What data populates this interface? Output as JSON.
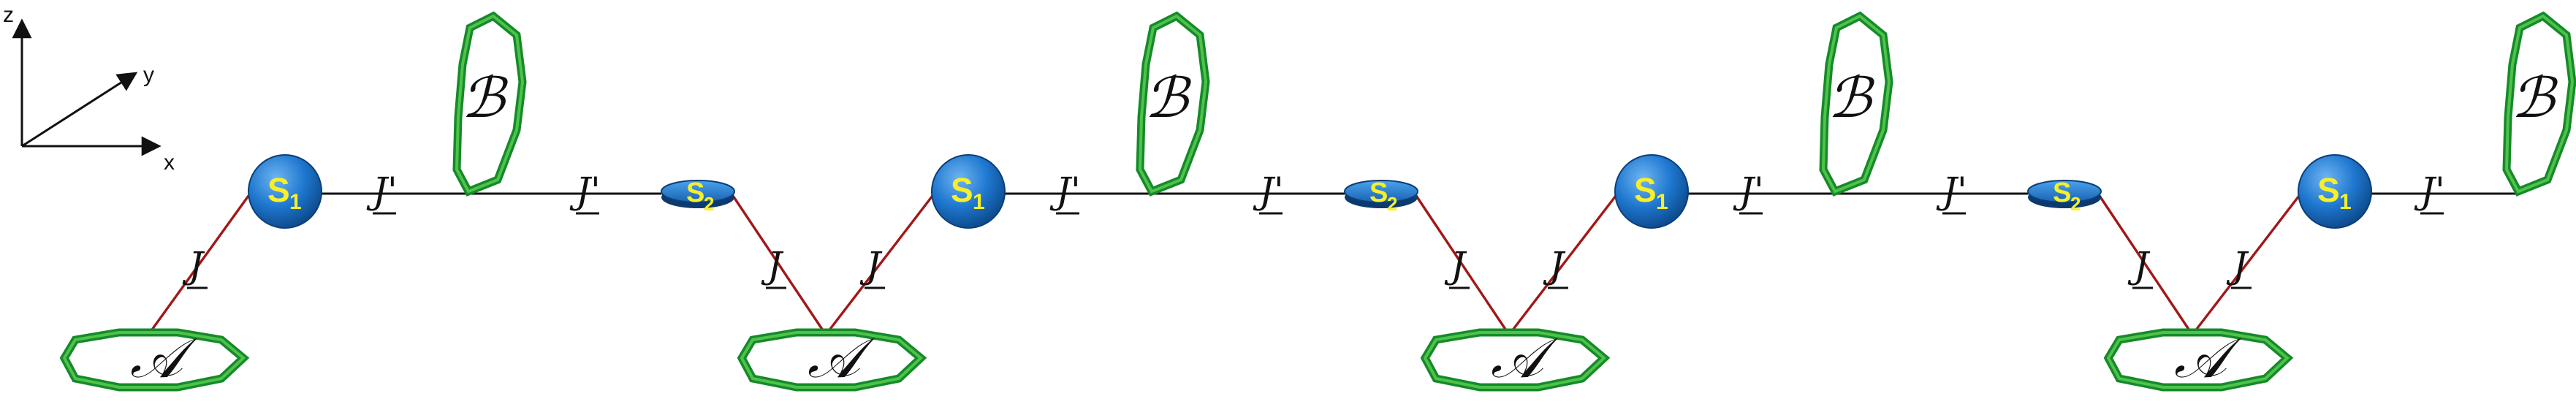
{
  "axes": {
    "x_label": "x",
    "y_label": "y",
    "z_label": "z"
  },
  "labels": {
    "J": "J",
    "J_prime": "J'",
    "ring_A": "𝒜",
    "ring_B": "ℬ",
    "site_letter": "S",
    "site1_index": "1",
    "site2_index": "2"
  },
  "colors": {
    "sphere": "#1f78d0",
    "ring": "#158a2a",
    "site_text": "#f7ef2a",
    "bond_J": "#a01818",
    "bond_J_prime": "#111111"
  },
  "chain": {
    "repeat_units": 4,
    "sequence": [
      "A",
      "J",
      "S1",
      "J'",
      "B",
      "J'",
      "S2",
      "J",
      "A"
    ]
  }
}
